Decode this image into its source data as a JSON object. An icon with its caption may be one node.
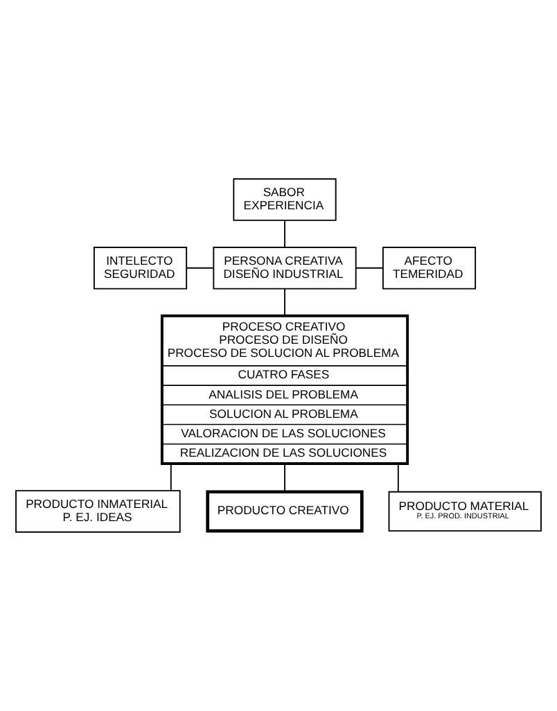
{
  "diagram": {
    "nodes": [
      {
        "text": [
          "SABOR",
          "EXPERIENCIA"
        ]
      },
      {
        "text": [
          "INTELECTO",
          "SEGURIDAD"
        ]
      },
      {
        "text": [
          "PERSONA CREATIVA",
          "DISEÑO INDUSTRIAL"
        ]
      },
      {
        "text": [
          "AFECTO",
          "TEMERIDAD"
        ]
      },
      {
        "text": [
          "PROCESO CREATIVO",
          "PROCESO DE DISEÑO",
          "PROCESO DE SOLUCION AL PROBLEMA",
          "CUATRO FASES",
          "ANALISIS DEL PROBLEMA",
          "SOLUCION AL PROBLEMA",
          "VALORACION DE LAS SOLUCIONES",
          "REALIZACION DE LAS SOLUCIONES"
        ]
      },
      {
        "text": [
          "PRODUCTO INMATERIAL",
          "P. EJ. IDEAS"
        ]
      },
      {
        "text": [
          "PRODUCTO CREATIVO"
        ]
      },
      {
        "text": [
          "PRODUCTO MATERIAL",
          "P. EJ. PROD. INDUSTRIAL"
        ]
      }
    ],
    "edges": [
      {
        "from": 0,
        "to": 2,
        "arrow": "none"
      },
      {
        "from": 1,
        "to": 2,
        "arrow": "none"
      },
      {
        "from": 2,
        "to": 3,
        "arrow": "none"
      },
      {
        "from": 2,
        "to": 4,
        "arrow": "none"
      },
      {
        "from": 4,
        "to": 5,
        "arrow": "none"
      },
      {
        "from": 4,
        "to": 6,
        "arrow": "none"
      },
      {
        "from": 4,
        "to": 7,
        "arrow": "none"
      }
    ]
  }
}
